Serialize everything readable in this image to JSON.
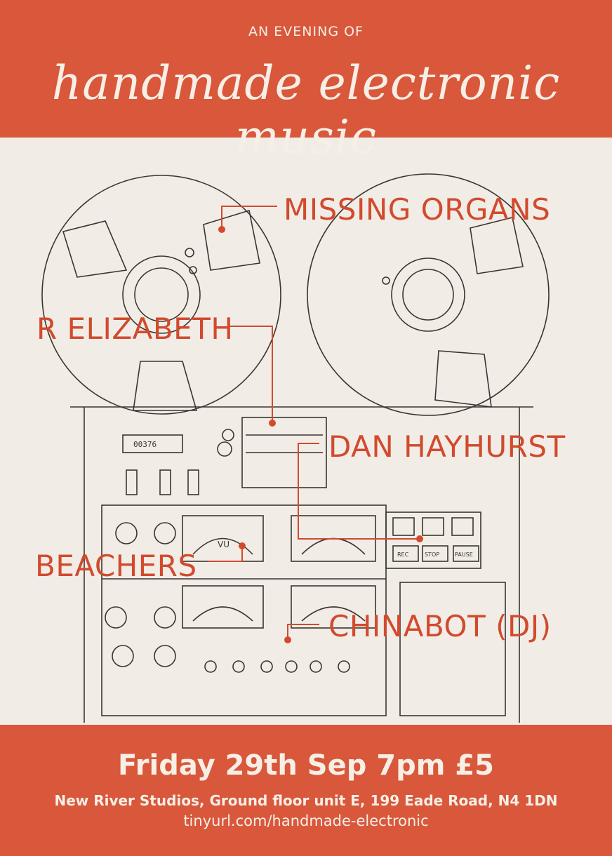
{
  "header": {
    "pre_title": "AN EVENING OF",
    "title": "handmade electronic music"
  },
  "artists": [
    "MISSING ORGANS",
    "R ELIZABETH",
    "DAN HAYHURST",
    "BEACHERS",
    "CHINABOT (DJ)"
  ],
  "tape_deck": {
    "counter": "00376",
    "meter_label": "VU",
    "transport_buttons": [
      "REC",
      "STOP",
      "PAUSE"
    ]
  },
  "event": {
    "datetime_price": "Friday 29th Sep 7pm £5",
    "venue": "New River Studios, Ground floor unit E, 199 Eade Road, N4 1DN",
    "url": "tinyurl.com/handmade-electronic"
  },
  "colors": {
    "accent": "#d9573b",
    "text_accent": "#d24a2e",
    "background": "#f1ede6",
    "line_art": "#3a3530"
  }
}
